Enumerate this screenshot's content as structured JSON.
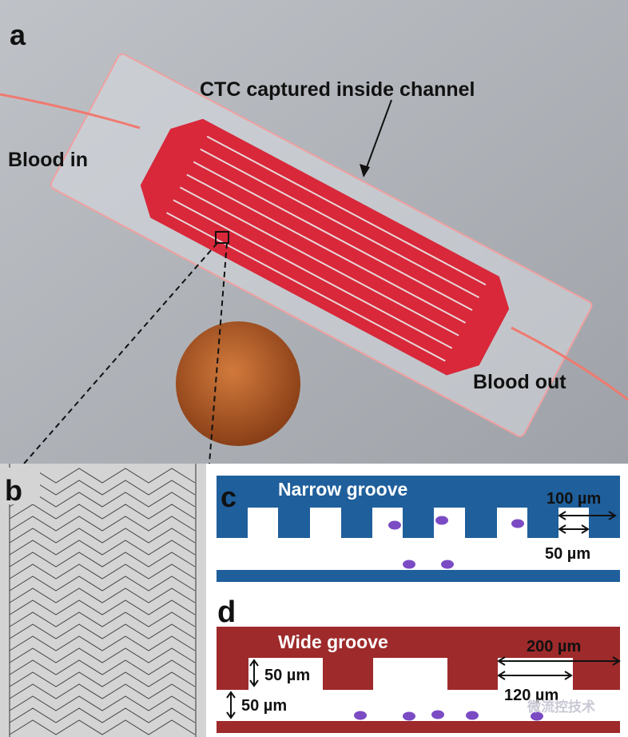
{
  "panel_a": {
    "label": "a",
    "annotation_ctc": "CTC captured  inside channel",
    "annotation_in": "Blood in",
    "annotation_out": "Blood out"
  },
  "panel_b": {
    "label": "b"
  },
  "panel_c": {
    "label": "c",
    "title": "Narrow groove",
    "dim_period": "100 µm",
    "dim_groove": "50 µm",
    "color": "#1f5f9c"
  },
  "panel_d": {
    "label": "d",
    "title": "Wide groove",
    "dim_period": "200 µm",
    "dim_groove": "120 µm",
    "dim_depth": "50 µm",
    "dim_gap": "50 µm",
    "color": "#9e2a2b"
  },
  "watermark": "微流控技术",
  "colors": {
    "cell": "#7b4bc4",
    "channel": "#d8283a"
  }
}
